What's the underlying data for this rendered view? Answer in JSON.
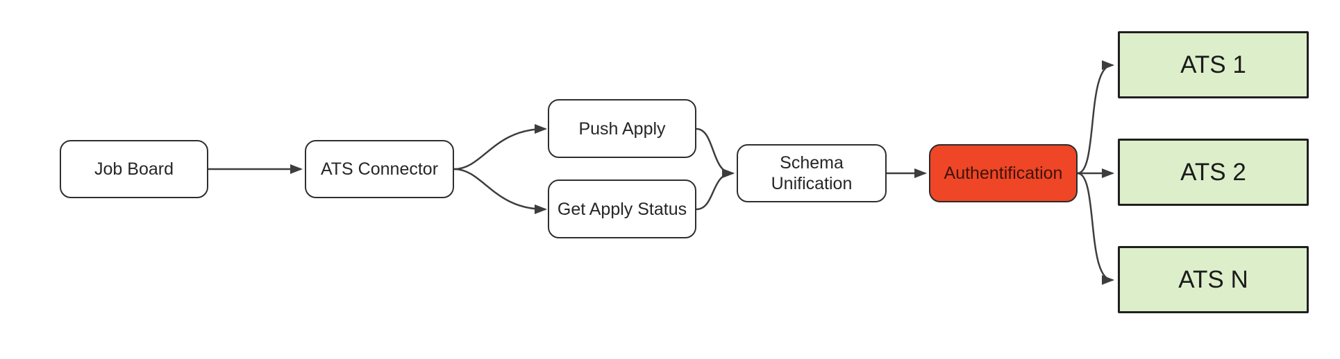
{
  "diagram": {
    "type": "flowchart",
    "direction": "left-to-right",
    "nodes": {
      "jobBoard": {
        "label": "Job Board"
      },
      "atsConnector": {
        "label": "ATS Connector"
      },
      "pushApply": {
        "label": "Push Apply"
      },
      "getApplyStatus": {
        "label": "Get Apply Status"
      },
      "schemaUnification": {
        "line1": "Schema",
        "line2": "Unification"
      },
      "authentification": {
        "label": "Authentification"
      },
      "ats1": {
        "label": "ATS 1"
      },
      "ats2": {
        "label": "ATS 2"
      },
      "atsN": {
        "label": "ATS N"
      }
    },
    "edges": [
      {
        "from": "jobBoard",
        "to": "atsConnector"
      },
      {
        "from": "atsConnector",
        "to": "pushApply"
      },
      {
        "from": "atsConnector",
        "to": "getApplyStatus"
      },
      {
        "from": "pushApply",
        "to": "schemaUnification"
      },
      {
        "from": "getApplyStatus",
        "to": "schemaUnification"
      },
      {
        "from": "schemaUnification",
        "to": "authentification"
      },
      {
        "from": "authentification",
        "to": "ats1"
      },
      {
        "from": "authentification",
        "to": "ats2"
      },
      {
        "from": "authentification",
        "to": "atsN"
      }
    ],
    "colors": {
      "background": "#ffffff",
      "node_fill": "#ffffff",
      "node_border": "#2e2e2e",
      "node_text": "#262626",
      "highlight_fill": "#ee4626",
      "highlight_text": "#3f130a",
      "target_fill": "#ddefca",
      "target_border": "#1f1f1f",
      "target_text": "#1b1b1b",
      "edge": "#3d3d3d"
    }
  }
}
